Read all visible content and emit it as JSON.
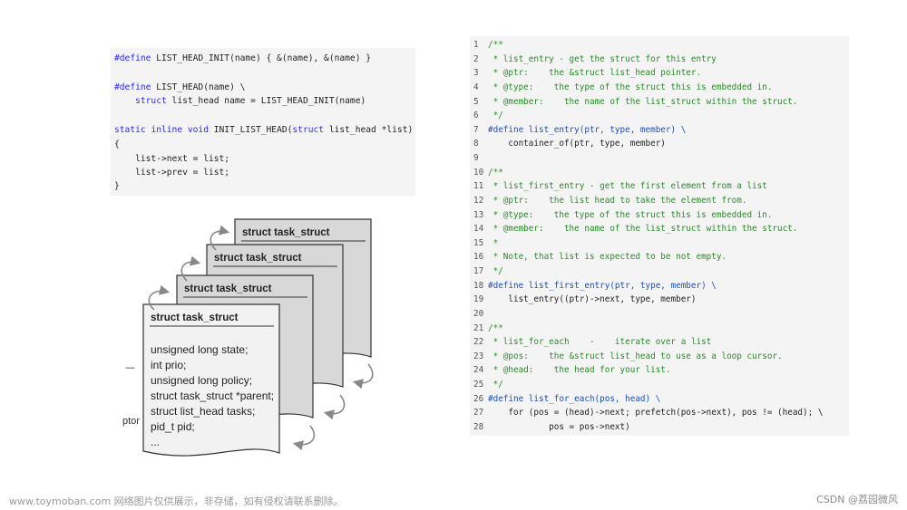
{
  "left_code": {
    "lines": [
      [
        {
          "t": "#define",
          "c": "kw-blue"
        },
        {
          "t": " LIST_HEAD_INIT(name) { &(name), &(name) }",
          "c": ""
        }
      ],
      [],
      [
        {
          "t": "#define",
          "c": "kw-blue"
        },
        {
          "t": " LIST_HEAD(name) \\",
          "c": ""
        }
      ],
      [
        {
          "t": "    ",
          "c": ""
        },
        {
          "t": "struct",
          "c": "kw-blue"
        },
        {
          "t": " list_head name = LIST_HEAD_INIT(name)",
          "c": ""
        }
      ],
      [],
      [
        {
          "t": "static",
          "c": "kw-blue"
        },
        {
          "t": " ",
          "c": ""
        },
        {
          "t": "inline",
          "c": "kw-blue"
        },
        {
          "t": " ",
          "c": ""
        },
        {
          "t": "void",
          "c": "kw-blue"
        },
        {
          "t": " INIT_LIST_HEAD(",
          "c": ""
        },
        {
          "t": "struct",
          "c": "kw-blue"
        },
        {
          "t": " list_head *list)",
          "c": ""
        }
      ],
      [
        {
          "t": "{",
          "c": ""
        }
      ],
      [
        {
          "t": "    list->next = list;",
          "c": ""
        }
      ],
      [
        {
          "t": "    list->prev = list;",
          "c": ""
        }
      ],
      [
        {
          "t": "}",
          "c": ""
        }
      ]
    ]
  },
  "diagram": {
    "card_title": "struct task_struct",
    "fields": [
      "unsigned long state;",
      "int prio;",
      "unsigned long policy;",
      "struct task_struct *parent;",
      "struct list_head tasks;",
      "pid_t pid;",
      "..."
    ],
    "side_dash": "—",
    "side_text": "ptor"
  },
  "right_code": {
    "lines": [
      {
        "n": "1",
        "t": "/**",
        "c": "c-comment"
      },
      {
        "n": "2",
        "t": " * list_entry - get the struct for this entry",
        "c": "c-comment"
      },
      {
        "n": "3",
        "t": " * @ptr:    the &struct list_head pointer.",
        "c": "c-comment"
      },
      {
        "n": "4",
        "t": " * @type:    the type of the struct this is embedded in.",
        "c": "c-comment"
      },
      {
        "n": "5",
        "t": " * @member:    the name of the list_struct within the struct.",
        "c": "c-comment"
      },
      {
        "n": "6",
        "t": " */",
        "c": "c-comment"
      },
      {
        "n": "7",
        "t": "#define list_entry(ptr, type, member) \\",
        "c": "c-define"
      },
      {
        "n": "8",
        "t": "    container_of(ptr, type, member)",
        "c": "c-code"
      },
      {
        "n": "9",
        "t": "",
        "c": "c-code"
      },
      {
        "n": "10",
        "t": "/**",
        "c": "c-comment"
      },
      {
        "n": "11",
        "t": " * list_first_entry - get the first element from a list",
        "c": "c-comment"
      },
      {
        "n": "12",
        "t": " * @ptr:    the list head to take the element from.",
        "c": "c-comment"
      },
      {
        "n": "13",
        "t": " * @type:    the type of the struct this is embedded in.",
        "c": "c-comment"
      },
      {
        "n": "14",
        "t": " * @member:    the name of the list_struct within the struct.",
        "c": "c-comment"
      },
      {
        "n": "15",
        "t": " *",
        "c": "c-comment"
      },
      {
        "n": "16",
        "t": " * Note, that list is expected to be not empty.",
        "c": "c-comment"
      },
      {
        "n": "17",
        "t": " */",
        "c": "c-comment"
      },
      {
        "n": "18",
        "t": "#define list_first_entry(ptr, type, member) \\",
        "c": "c-define"
      },
      {
        "n": "19",
        "t": "    list_entry((ptr)->next, type, member)",
        "c": "c-code"
      },
      {
        "n": "20",
        "t": "",
        "c": "c-code"
      },
      {
        "n": "21",
        "t": "/**",
        "c": "c-comment"
      },
      {
        "n": "22",
        "t": " * list_for_each    -    iterate over a list",
        "c": "c-comment"
      },
      {
        "n": "23",
        "t": " * @pos:    the &struct list_head to use as a loop cursor.",
        "c": "c-comment"
      },
      {
        "n": "24",
        "t": " * @head:    the head for your list.",
        "c": "c-comment"
      },
      {
        "n": "25",
        "t": " */",
        "c": "c-comment"
      },
      {
        "n": "26",
        "t": "#define list_for_each(pos, head) \\",
        "c": "c-define"
      },
      {
        "n": "27",
        "t": "    for (pos = (head)->next; prefetch(pos->next), pos != (head); \\",
        "c": "c-code"
      },
      {
        "n": "28",
        "t": "            pos = pos->next)",
        "c": "c-code"
      }
    ]
  },
  "watermark_left": "www.toymoban.com 网络图片仅供展示，非存储，如有侵权请联系删除。",
  "watermark_right": "CSDN @荔园微风",
  "colors": {
    "comment": "#2a8a2a",
    "define": "#1d4fbf",
    "keyword": "#2a2aff",
    "panel_bg": "#f4f4f4"
  }
}
